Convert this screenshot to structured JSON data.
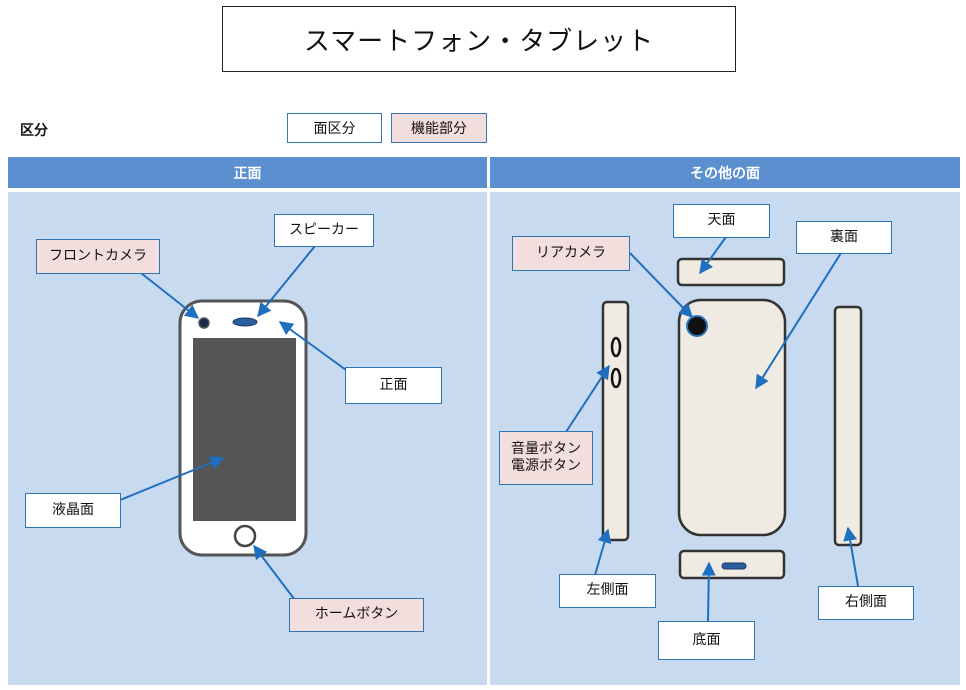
{
  "title": "スマートフォン・タブレット",
  "kubun_label": "区分",
  "legend": {
    "face": "面区分",
    "function": "機能部分"
  },
  "panels": {
    "front_header": "正面",
    "other_header": "その他の面"
  },
  "labels": {
    "front_camera": "フロントカメラ",
    "speaker": "スピーカー",
    "front_face": "正面",
    "lcd": "液晶面",
    "home_button": "ホームボタン",
    "rear_camera": "リアカメラ",
    "top_face": "天面",
    "back_face": "裏面",
    "volume_power": "音量ボタン\n電源ボタン",
    "left_side": "左側面",
    "bottom_face": "底面",
    "right_side": "右側面"
  },
  "colors": {
    "panel_bg": "#c8daef",
    "header_bg": "#5b8fd0",
    "border_blue": "#2e75b6",
    "function_bg": "#f3dede",
    "device_body": "#efebe3",
    "screen": "#555555"
  }
}
